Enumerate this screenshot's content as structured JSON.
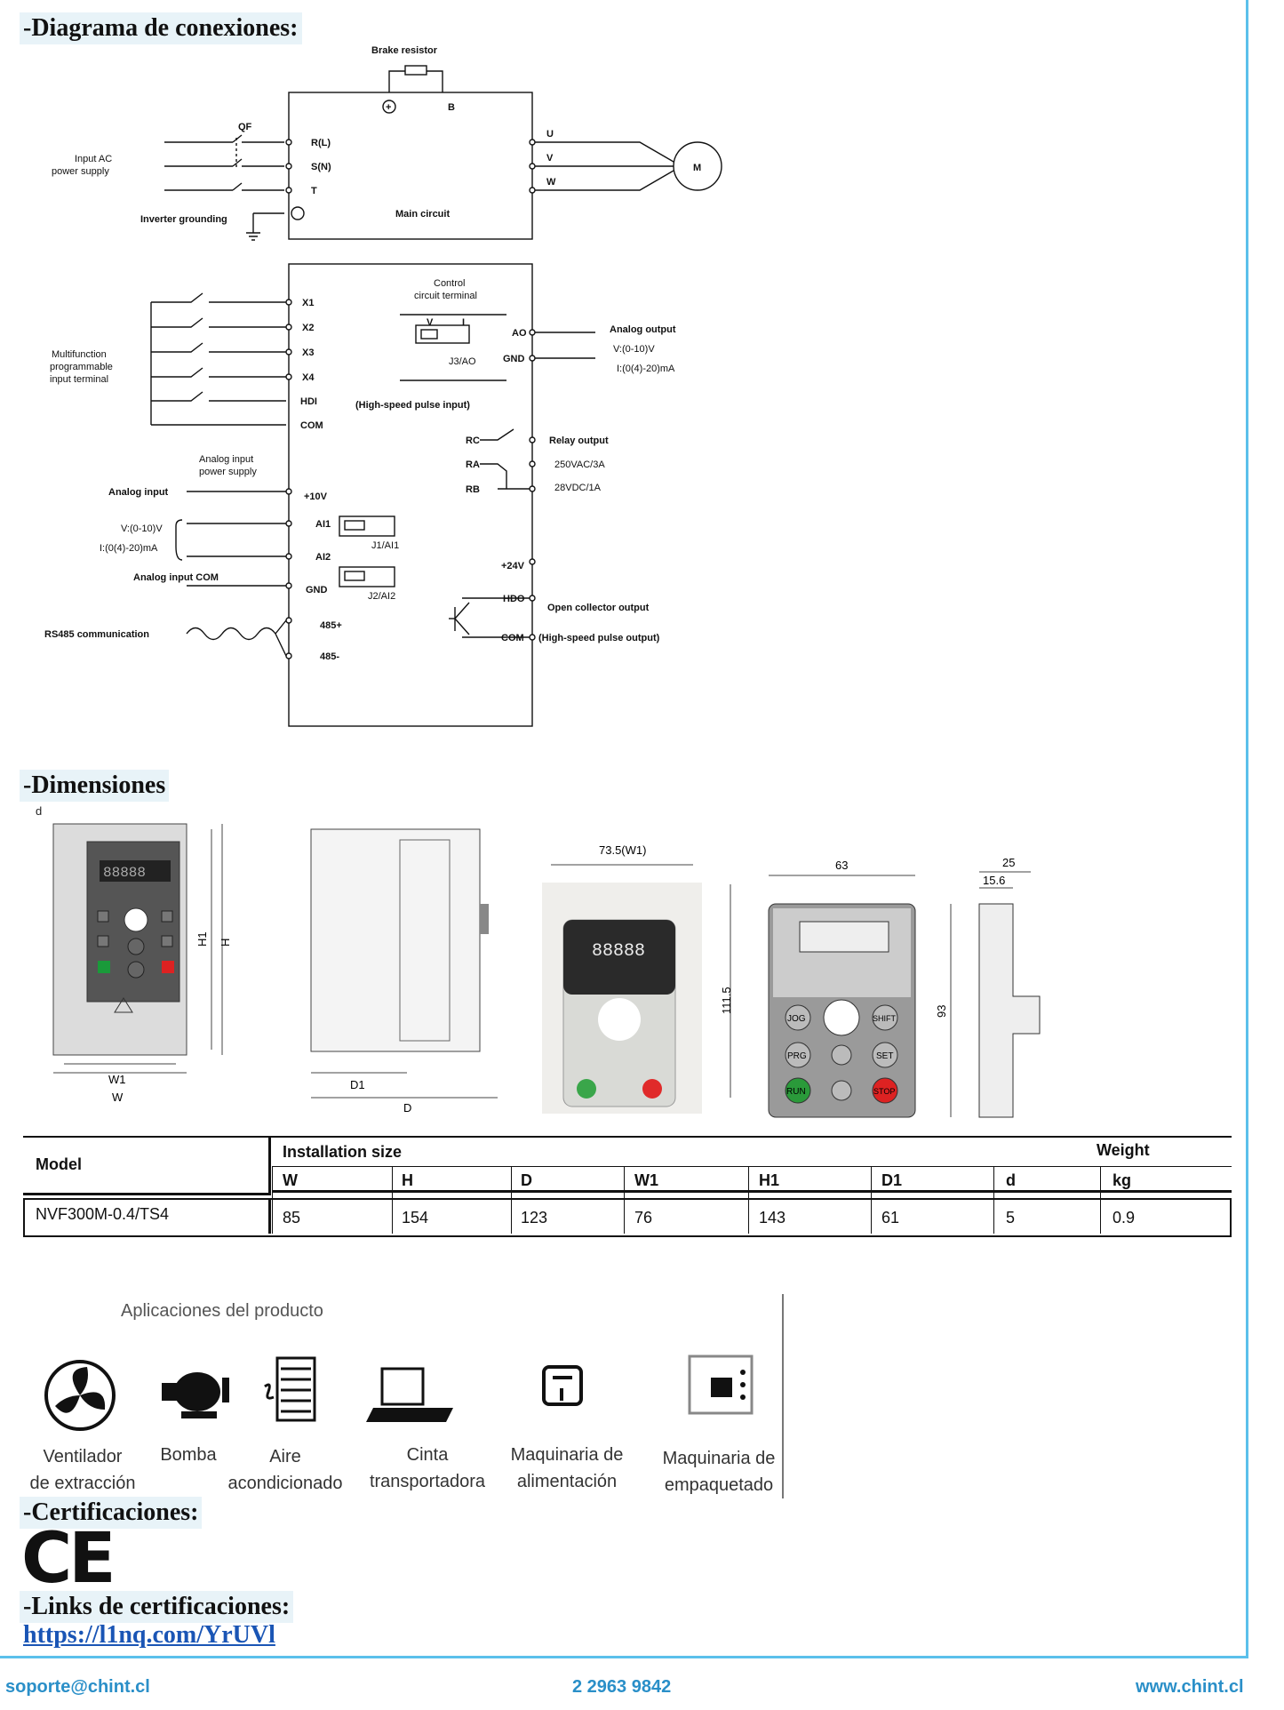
{
  "headings": {
    "wiring": "-Diagrama de conexiones:",
    "dimensions": "-Dimensiones",
    "certifications": "-Certificaciones:",
    "cert_links": "-Links de certificaciones:"
  },
  "wiring_diagram": {
    "brake_resistor": "Brake resistor",
    "plus": "+",
    "b": "B",
    "qf": "QF",
    "input_ac": "Input AC",
    "power_supply": "power supply",
    "r": "R(L)",
    "s": "S(N)",
    "t": "T",
    "inverter_grounding": "Inverter grounding",
    "main_circuit": "Main circuit",
    "u": "U",
    "v": "V",
    "w": "W",
    "motor": "M",
    "control_terminal_1": "Control",
    "control_terminal_2": "circuit terminal",
    "x1": "X1",
    "x2": "X2",
    "x3": "X3",
    "x4": "X4",
    "hdi": "HDI",
    "com": "COM",
    "multifunction_1": "Multifunction",
    "multifunction_2": "programmable",
    "multifunction_3": "input terminal",
    "jv": "V",
    "ji": "I",
    "j3ao": "J3/AO",
    "ao": "AO",
    "gnd": "GND",
    "analog_output": "Analog output",
    "analog_output_v": "V:(0-10)V",
    "analog_output_i": "I:(0(4)-20)mA",
    "high_speed_pulse_input": "(High-speed pulse input)",
    "rc": "RC",
    "ra": "RA",
    "rb": "RB",
    "relay_output": "Relay output",
    "relay_ac": "250VAC/3A",
    "relay_dc": "28VDC/1A",
    "analog_input_power_1": "Analog input",
    "analog_input_power_2": "power supply",
    "analog_input": "Analog input",
    "plus10v": "+10V",
    "ai1": "AI1",
    "ai2": "AI2",
    "j1ai1": "J1/AI1",
    "j2ai2": "J2/AI2",
    "ai_v": "V:(0-10)V",
    "ai_i": "I:(0(4)-20)mA",
    "analog_input_com": "Analog input COM",
    "gnd2": "GND",
    "plus24v": "+24V",
    "hdo": "HDO",
    "open_collector": "Open collector output",
    "com2": "COM",
    "high_speed_pulse_output": "(High-speed pulse output)",
    "rs485": "RS485 communication",
    "rs485p": "485+",
    "rs485m": "485-"
  },
  "dimension_drawings": {
    "d": "d",
    "w1": "W1",
    "w": "W",
    "h1": "H1",
    "h": "H",
    "d1": "D1",
    "dd": "D",
    "keypad_width": "73.5(W1)",
    "keypad_height": "111.5",
    "panel_width": "63",
    "panel_height": "93",
    "side_25": "25",
    "side_156": "15.6",
    "display": "88888",
    "jog": "JOG",
    "prg": "PRG",
    "run": "RUN",
    "shift": "SHIFT",
    "set": "SET",
    "stop": "STOP"
  },
  "spec_table": {
    "model_header": "Model",
    "installation_size": "Installation size",
    "weight": "Weight",
    "columns": [
      "W",
      "H",
      "D",
      "W1",
      "H1",
      "D1",
      "d",
      "kg"
    ],
    "model": "NVF300M-0.4/TS4",
    "values": [
      "85",
      "154",
      "123",
      "76",
      "143",
      "61",
      "5",
      "0.9"
    ]
  },
  "applications": {
    "title": "Aplicaciones del producto",
    "items": [
      {
        "line1": "Ventilador",
        "line2": "de extracción",
        "icon": "fan-icon"
      },
      {
        "line1": "Bomba",
        "line2": "",
        "icon": "pump-icon"
      },
      {
        "line1": "Aire",
        "line2": "acondicionado",
        "icon": "air-conditioner-icon"
      },
      {
        "line1": "Cinta",
        "line2": "transportadora",
        "icon": "conveyor-icon"
      },
      {
        "line1": "Maquinaria de",
        "line2": "alimentación",
        "icon": "food-machinery-icon"
      },
      {
        "line1": "Maquinaria de",
        "line2": "empaquetado",
        "icon": "packaging-machinery-icon"
      }
    ]
  },
  "certification_mark": "CE",
  "cert_link": "https://l1nq.com/YrUVl",
  "footer": {
    "email": "soporte@chint.cl",
    "phone": "2 2963 9842",
    "website": "www.chint.cl"
  },
  "colors": {
    "accent": "#5bc0eb",
    "footer_text": "#2a8fc8",
    "link": "#1a55b5",
    "header_bg": "#e8f3f8"
  }
}
